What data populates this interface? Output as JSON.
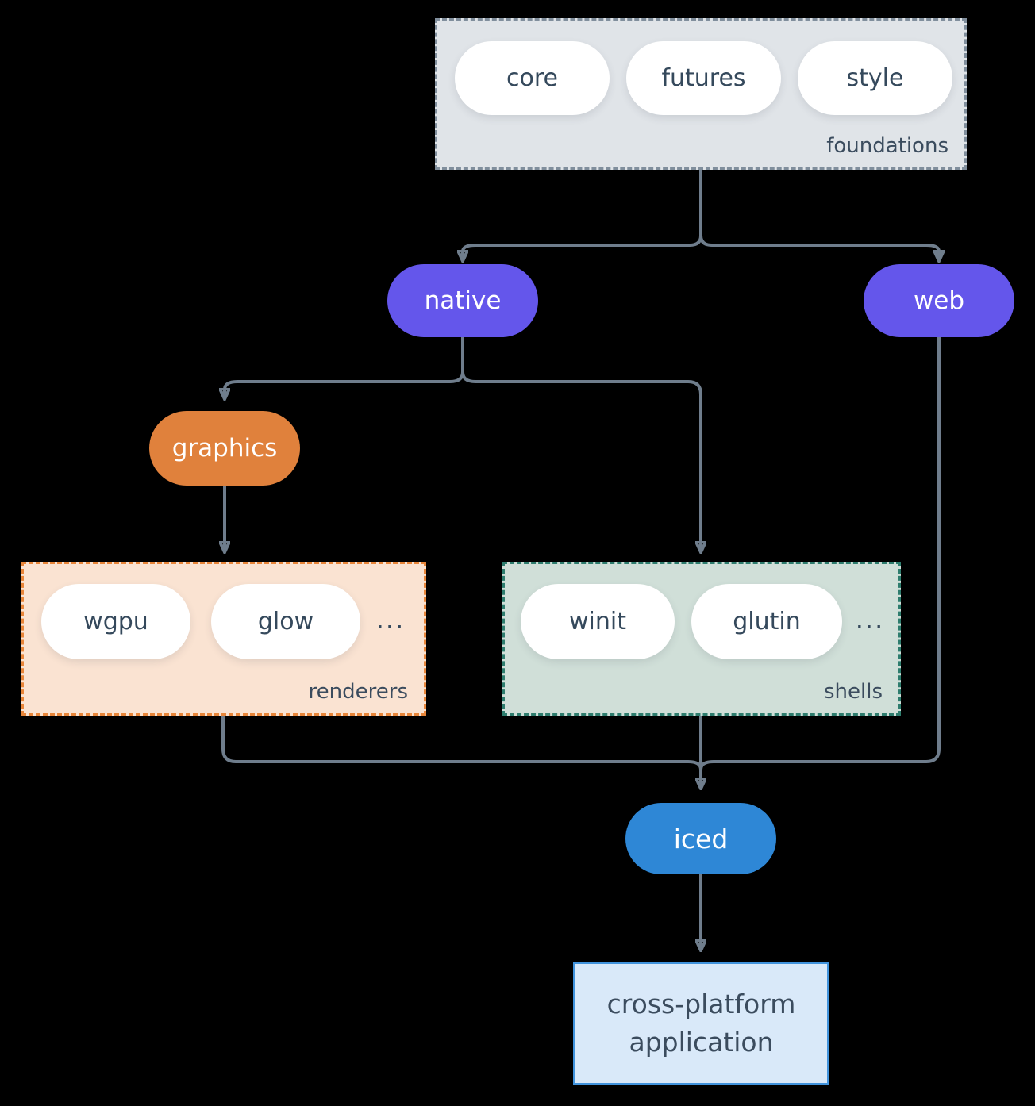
{
  "colors": {
    "background": "#000000",
    "arrow": "#6f7d8c",
    "purple_node": "#6456eb",
    "orange_node": "#e0813c",
    "blue_node": "#2e87d6",
    "white_pill": "#ffffff",
    "dark_text": "#35495c",
    "foundations_fill": "#e0e4e8",
    "foundations_border": "#808e9c",
    "renderers_fill": "#fae3d2",
    "renderers_border": "#e8863a",
    "shells_fill": "#d0dfd8",
    "shells_border": "#2e7d6e",
    "application_fill": "#d9e9f9",
    "application_border": "#4193dc"
  },
  "groups": {
    "foundations": {
      "label": "foundations",
      "items": [
        "core",
        "futures",
        "style"
      ]
    },
    "renderers": {
      "label": "renderers",
      "items": [
        "wgpu",
        "glow"
      ],
      "ellipsis": "..."
    },
    "shells": {
      "label": "shells",
      "items": [
        "winit",
        "glutin"
      ],
      "ellipsis": "..."
    }
  },
  "nodes": {
    "native": {
      "label": "native"
    },
    "web": {
      "label": "web"
    },
    "graphics": {
      "label": "graphics"
    },
    "iced": {
      "label": "iced"
    },
    "application": {
      "line1": "cross-platform",
      "line2": "application"
    }
  },
  "edges": [
    {
      "from": "foundations",
      "to": "native"
    },
    {
      "from": "foundations",
      "to": "web"
    },
    {
      "from": "native",
      "to": "graphics"
    },
    {
      "from": "native",
      "to": "shells"
    },
    {
      "from": "graphics",
      "to": "renderers"
    },
    {
      "from": "renderers",
      "to": "iced"
    },
    {
      "from": "shells",
      "to": "iced"
    },
    {
      "from": "web",
      "to": "iced"
    },
    {
      "from": "iced",
      "to": "application"
    }
  ]
}
